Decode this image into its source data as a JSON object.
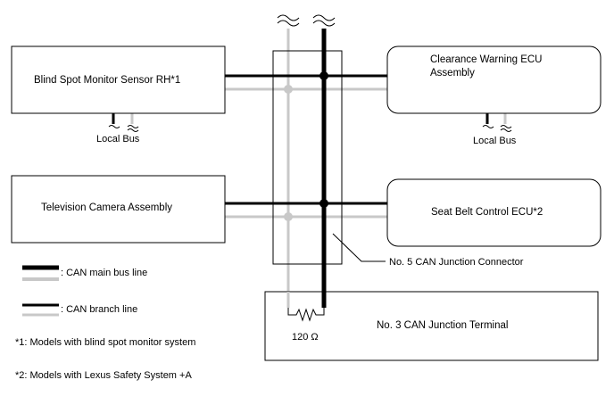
{
  "colors": {
    "main_black": "#000000",
    "main_gray": "#c8c8c8",
    "box_border": "#000000"
  },
  "components": {
    "bsm_sensor": "Blind Spot Monitor Sensor RH*1",
    "clearance_ecu_line1": "Clearance Warning ECU",
    "clearance_ecu_line2": "Assembly",
    "tv_camera": "Television Camera Assembly",
    "seat_belt_ecu": "Seat Belt Control ECU*2",
    "junction_terminal": "No. 3 CAN Junction Terminal"
  },
  "labels": {
    "local_bus_left": "Local Bus",
    "local_bus_right": "Local Bus",
    "junction_connector": "No. 5 CAN Junction Connector",
    "resistor": "120 Ω"
  },
  "legend": {
    "main_bus": ": CAN main bus line",
    "branch": ": CAN branch line"
  },
  "notes": {
    "note1": "*1: Models with blind spot monitor system",
    "note2": "*2: Models with Lexus Safety System +A"
  }
}
